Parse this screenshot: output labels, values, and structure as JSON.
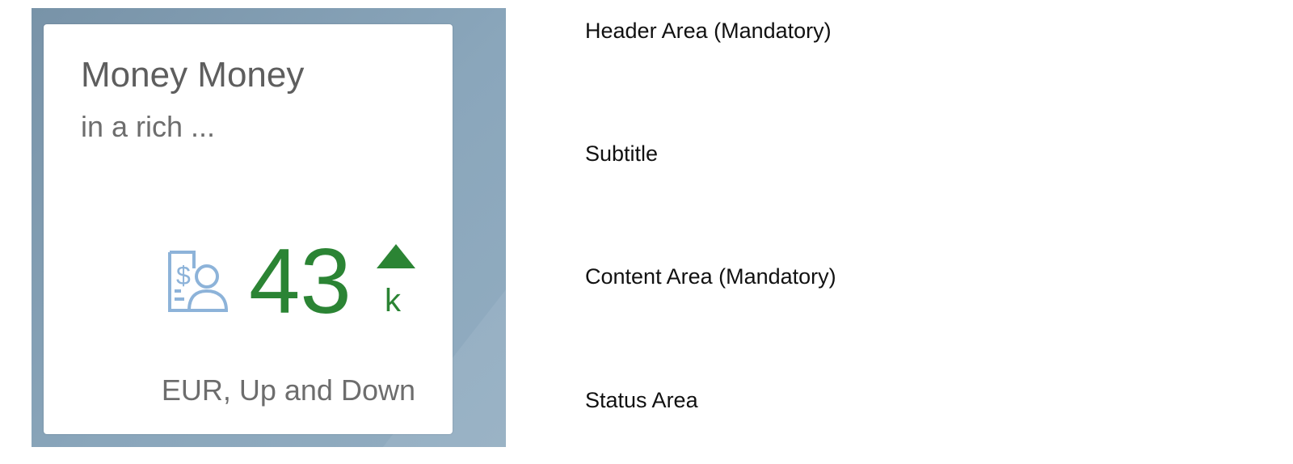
{
  "tile": {
    "title": "Money Money",
    "subtitle": "in a rich ...",
    "content": {
      "icon": "money-document-person-icon",
      "value": "43",
      "indicator": "trend-up-triangle-icon",
      "scale": "k"
    },
    "status": "EUR, Up and Down"
  },
  "annotations": {
    "header": "Header Area (Mandatory)",
    "subtitle": "Subtitle",
    "content": "Content Area (Mandatory)",
    "status": "Status Area"
  },
  "colors": {
    "positive": "#2b8434",
    "icon": "#8db3d9",
    "backdrop": "#7f9bb0",
    "text_secondary": "#6d6d6d"
  }
}
